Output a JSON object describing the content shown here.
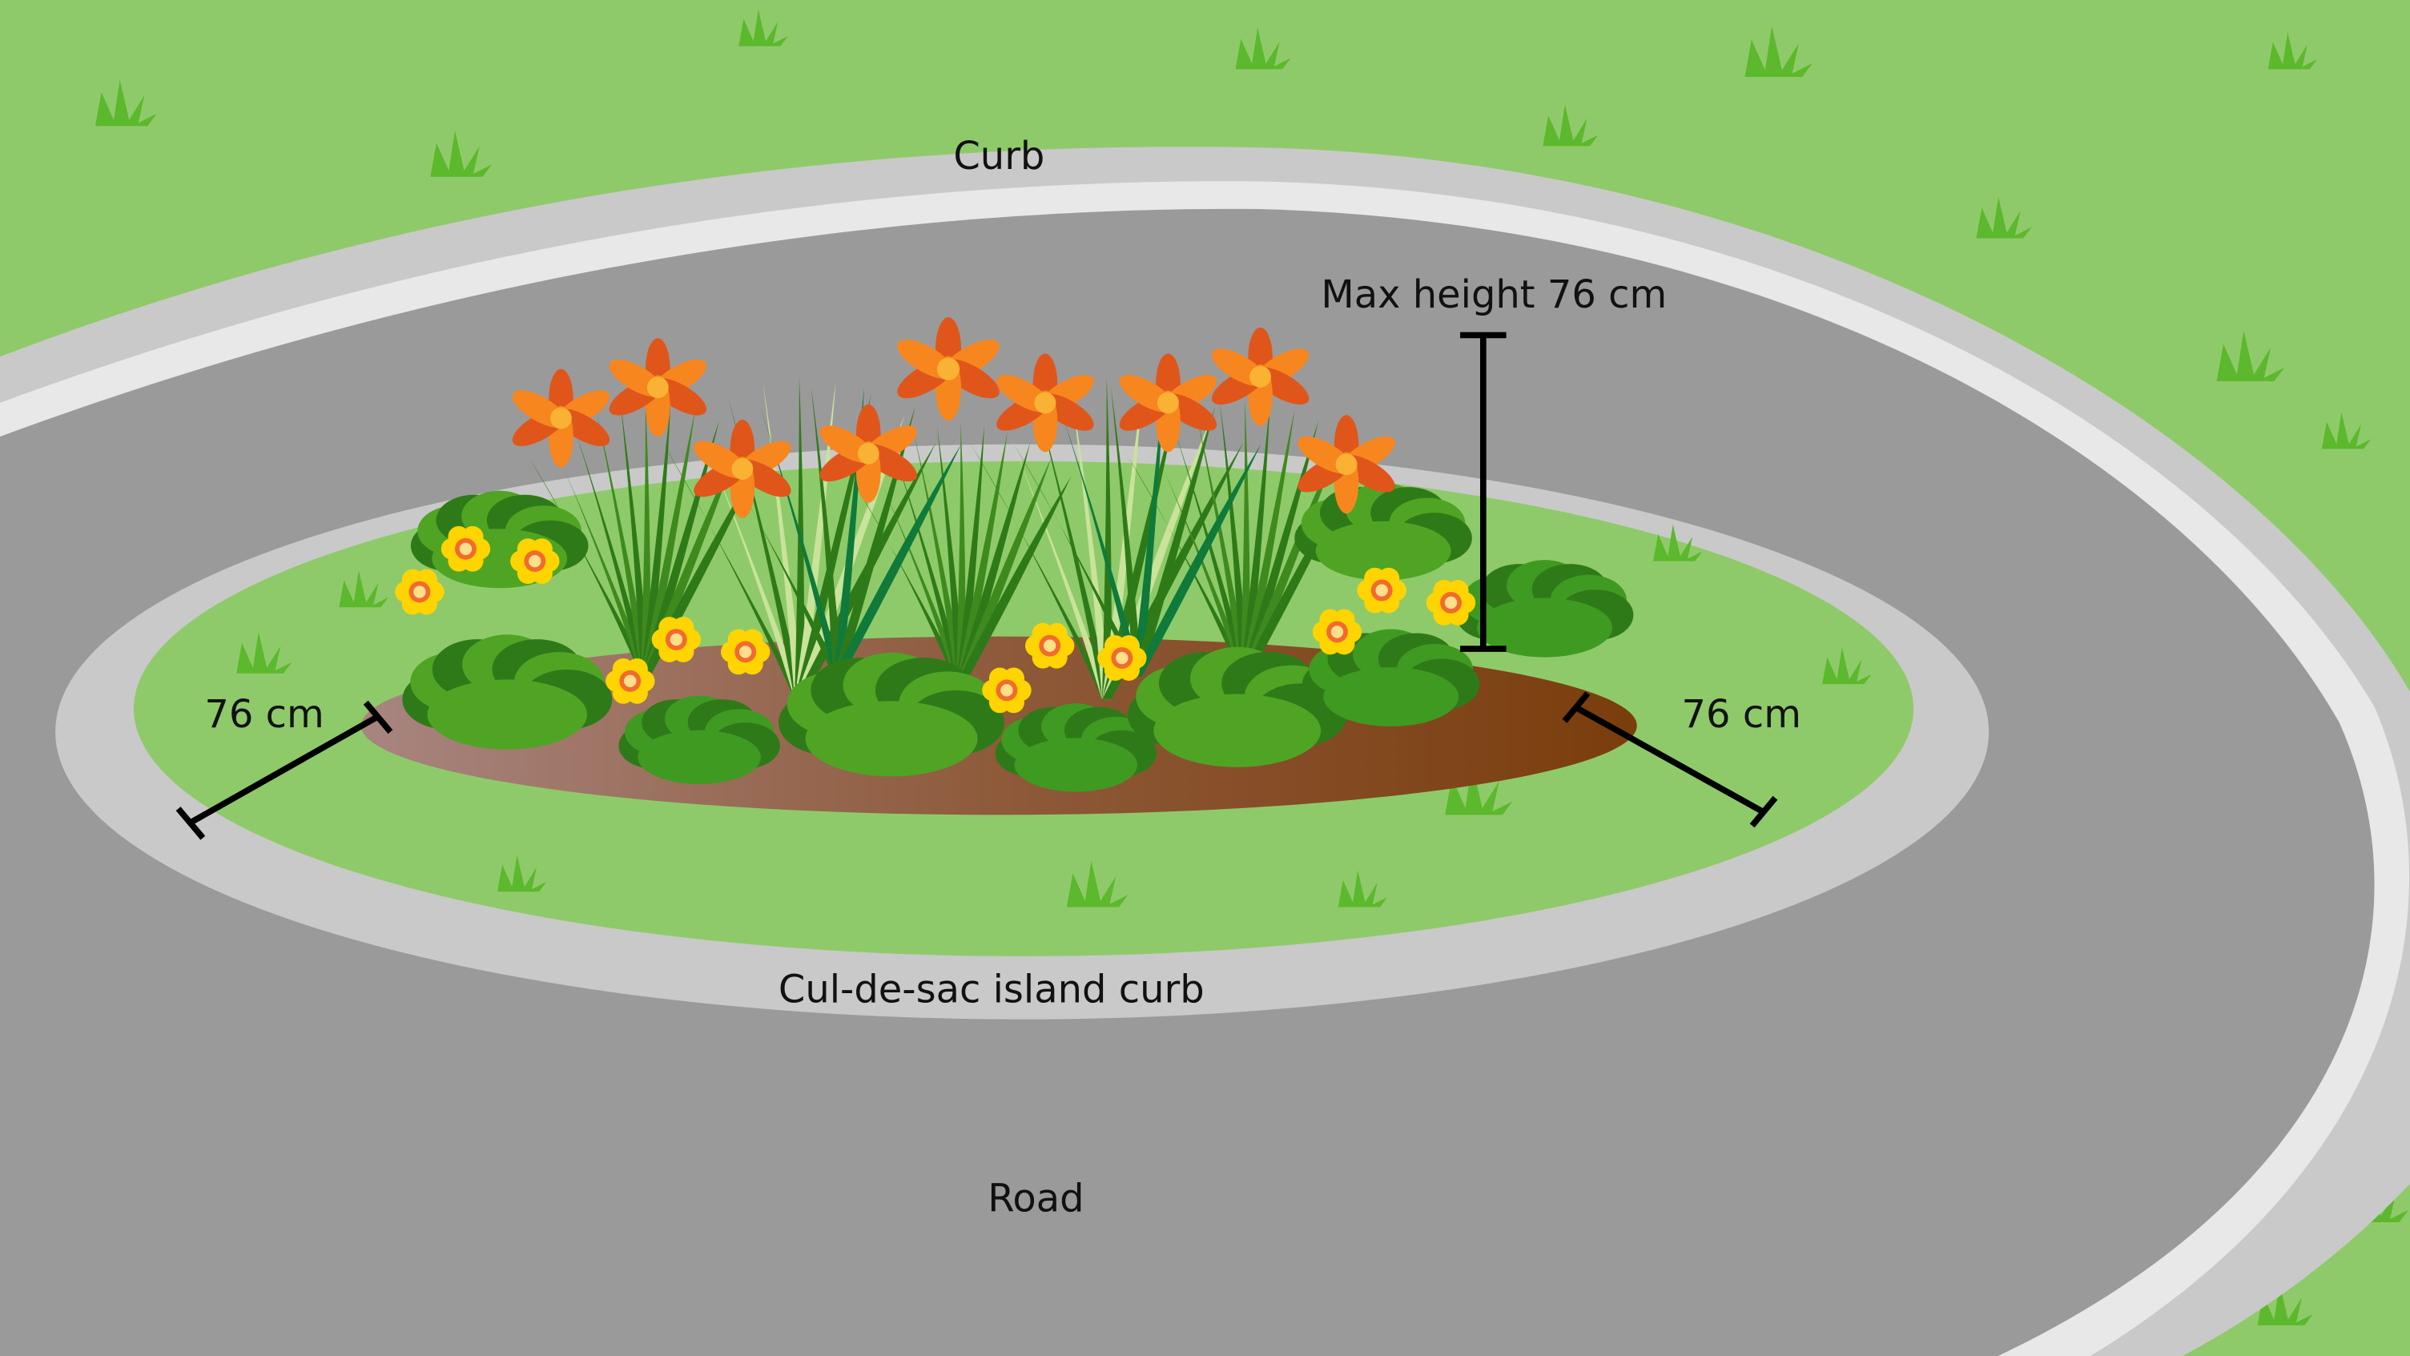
{
  "labels": {
    "curb": "Curb",
    "max_height": "Max height 76 cm",
    "left_setback": "76 cm",
    "right_setback": "76 cm",
    "island_curb": "Cul-de-sac island curb",
    "road": "Road"
  },
  "colors": {
    "grass": "#8fca6a",
    "curb": "#c9c9c9",
    "curb_highlight": "#e8e8e8",
    "road": "#9a9a9a",
    "island_grass": "#8fca6a",
    "mulch_light": "#a88580",
    "mulch_dark": "#7a3d0c",
    "lily": "#f7861f",
    "lily_dark": "#e0561a",
    "yellow_flower": "#ffd400",
    "foliage": "#4fa424",
    "foliage_dark": "#2f7a18",
    "tuft": "#5cb82c"
  }
}
